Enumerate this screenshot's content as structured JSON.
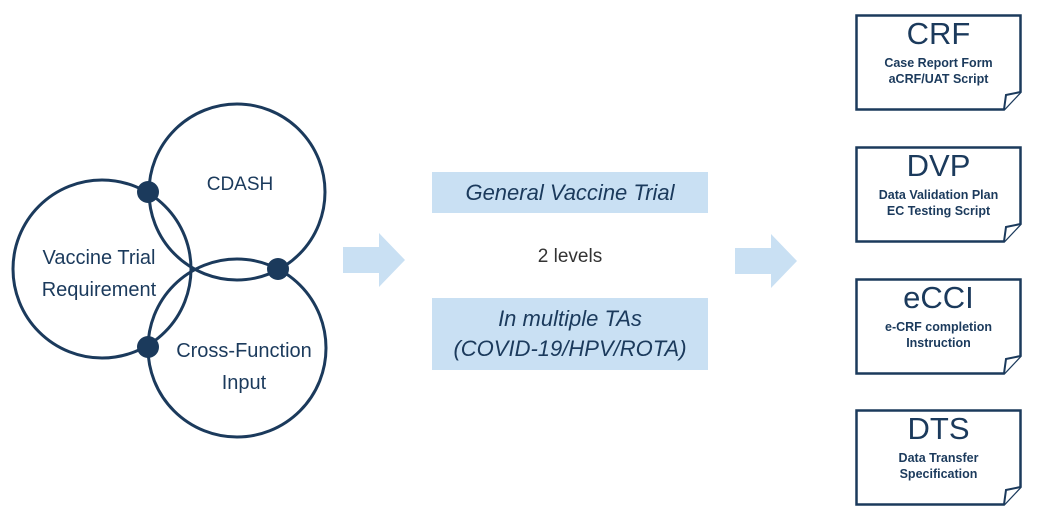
{
  "colors": {
    "navy": "#1b3a5c",
    "band_fill": "#c9e0f3",
    "arrow_fill": "#c9e0f3"
  },
  "venn": {
    "circles": [
      {
        "label": "CDASH"
      },
      {
        "label_line1": "Vaccine Trial",
        "label_line2": "Requirement"
      },
      {
        "label_line1": "Cross-Function",
        "label_line2": "Input"
      }
    ]
  },
  "middle": {
    "band_top": "General Vaccine Trial",
    "levels": "2 levels",
    "band_bottom_line1": "In multiple TAs",
    "band_bottom_line2": "(COVID-19/HPV/ROTA)"
  },
  "documents": [
    {
      "title": "CRF",
      "line1": "Case Report Form",
      "line2": "aCRF/UAT Script"
    },
    {
      "title": "DVP",
      "line1": "Data Validation Plan",
      "line2": "EC Testing Script"
    },
    {
      "title": "eCCI",
      "line1": "e-CRF completion",
      "line2": "Instruction"
    },
    {
      "title": "DTS",
      "line1": "Data Transfer",
      "line2": "Specification"
    }
  ],
  "icons": [
    "right-arrow-icon",
    "right-arrow-icon",
    "document-dogear-icon"
  ]
}
